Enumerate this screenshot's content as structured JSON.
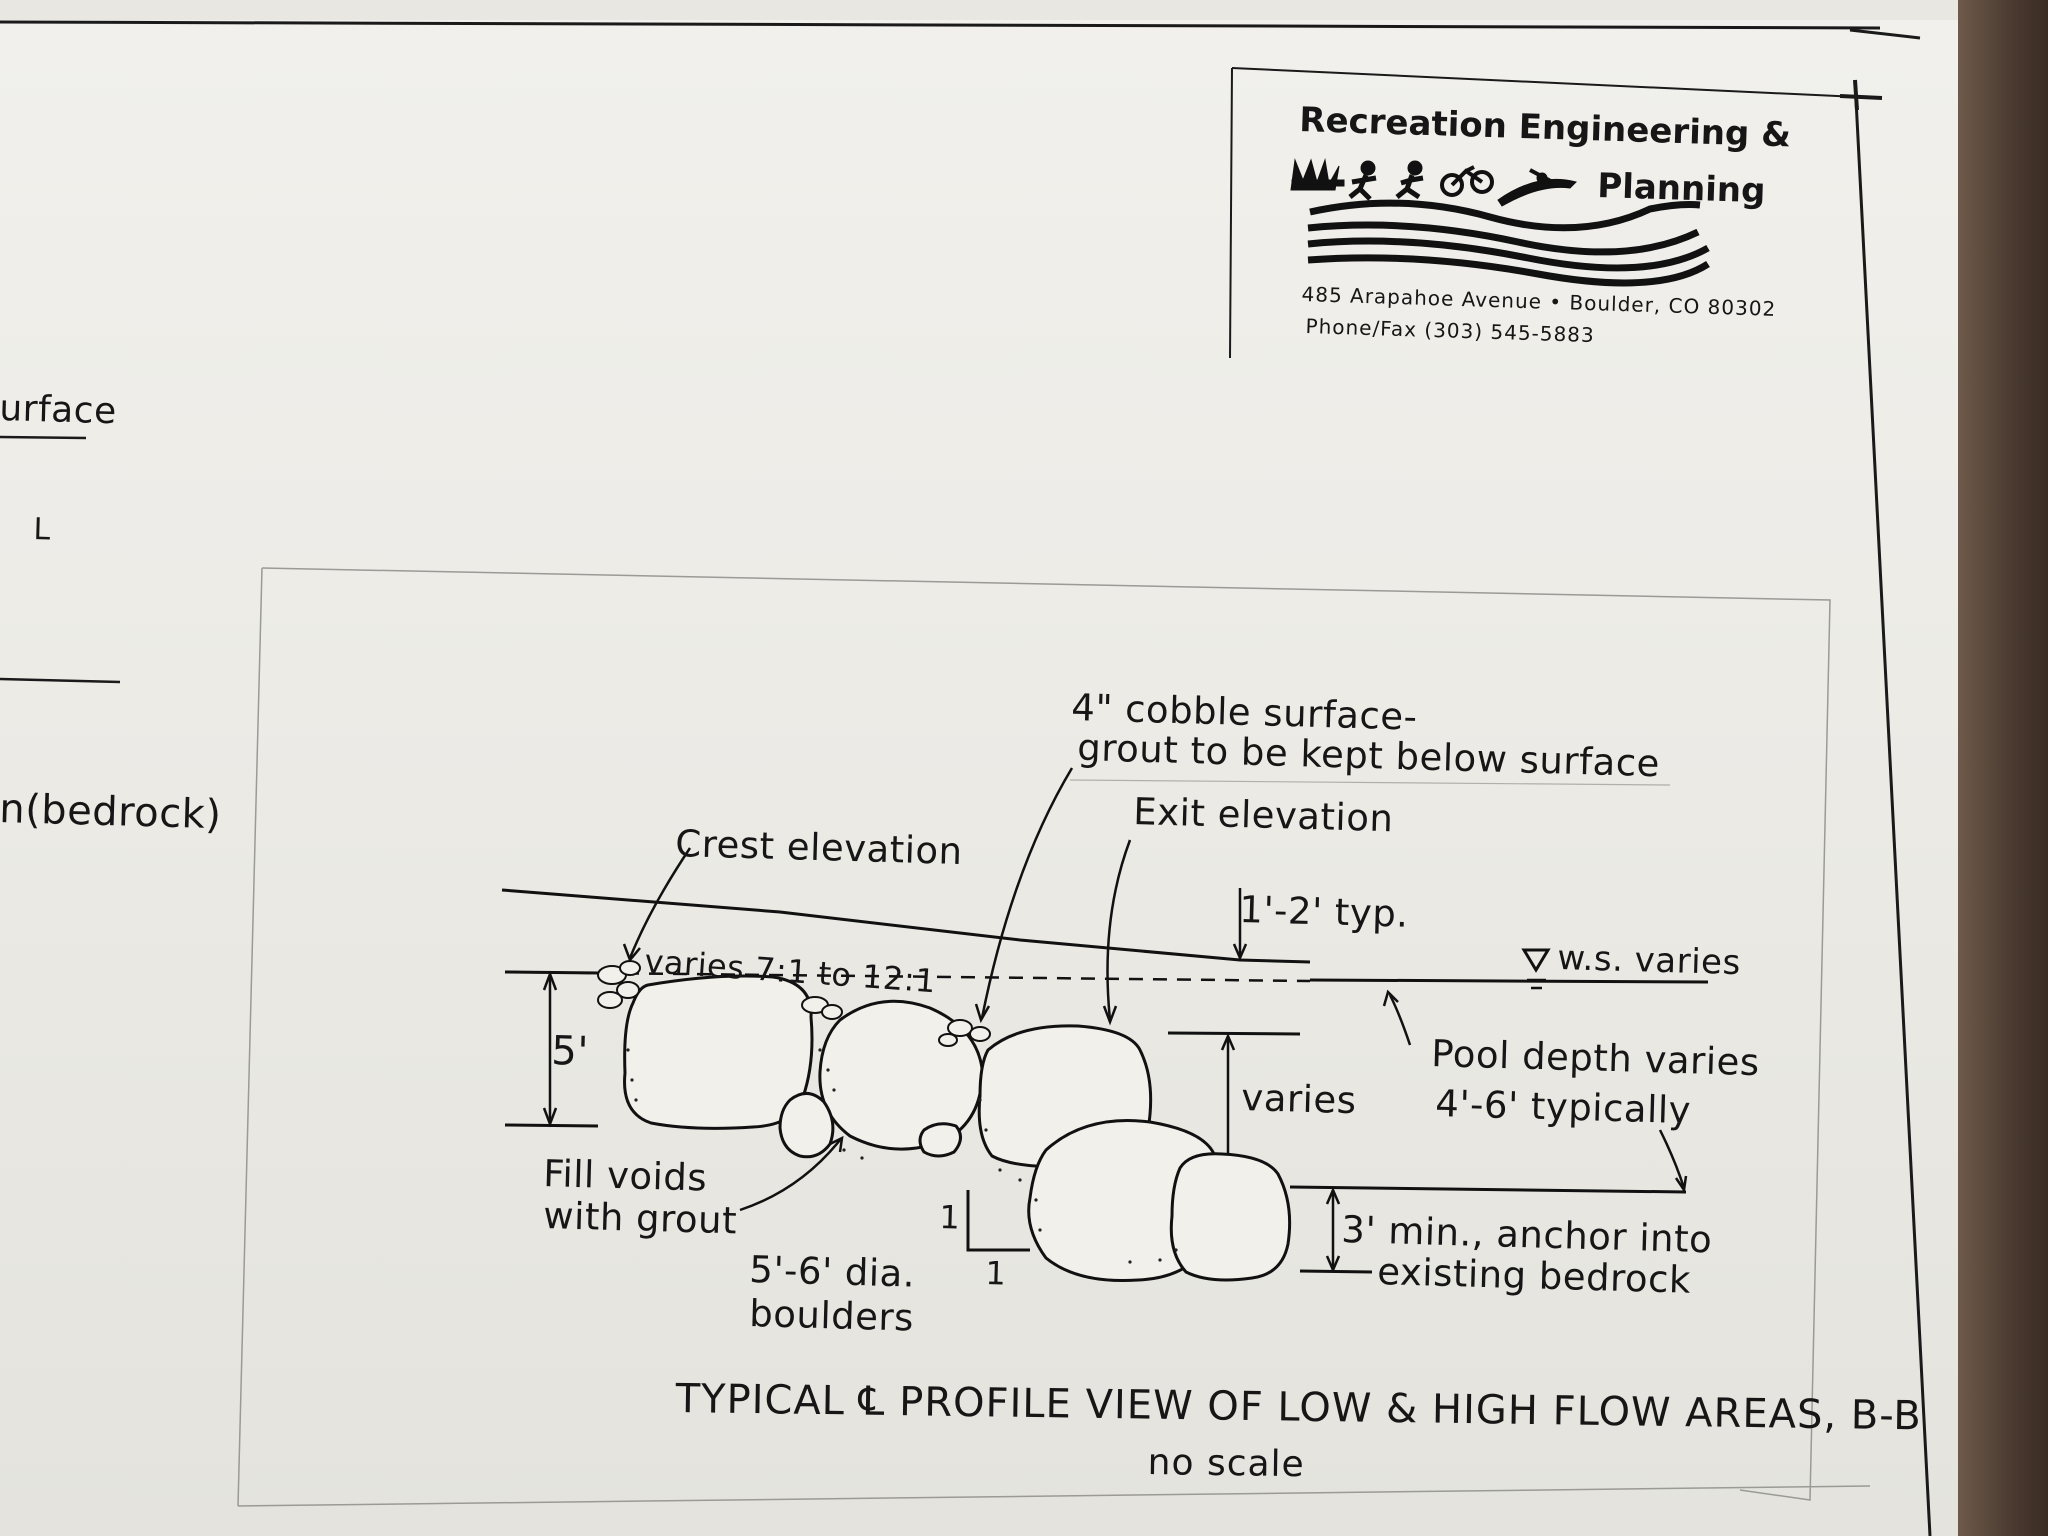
{
  "title_block": {
    "company_line1": "Recreation Engineering &",
    "company_line2": "Planning",
    "address": "485 Arapahoe Avenue • Boulder, CO 80302",
    "phone": "Phone/Fax (303) 545-5883"
  },
  "left_fragments": {
    "surface": "urface",
    "l_mark": "L",
    "bedrock": "n(bedrock)"
  },
  "annotations": {
    "cobble_line1": "4\" cobble surface-",
    "cobble_line2": "grout to be kept below surface",
    "crest": "Crest elevation",
    "exit": "Exit elevation",
    "typ": "1'-2' typ.",
    "ws": "w.s. varies",
    "slope": "varies 7:1 to 12:1",
    "height": "5'",
    "varies": "varies",
    "pool_line1": "Pool depth varies",
    "pool_line2": "4'-6' typically",
    "fill_line1": "Fill voids",
    "fill_line2": "with grout",
    "boulders_line1": "5'-6' dia.",
    "boulders_line2": "boulders",
    "anchor_line1": "3' min., anchor into",
    "anchor_line2": "existing bedrock",
    "ratio_v": "1",
    "ratio_h": "1"
  },
  "caption": {
    "title": "TYPICAL ℄ PROFILE VIEW OF LOW & HIGH FLOW AREAS, B-B",
    "subtitle": "no scale"
  }
}
